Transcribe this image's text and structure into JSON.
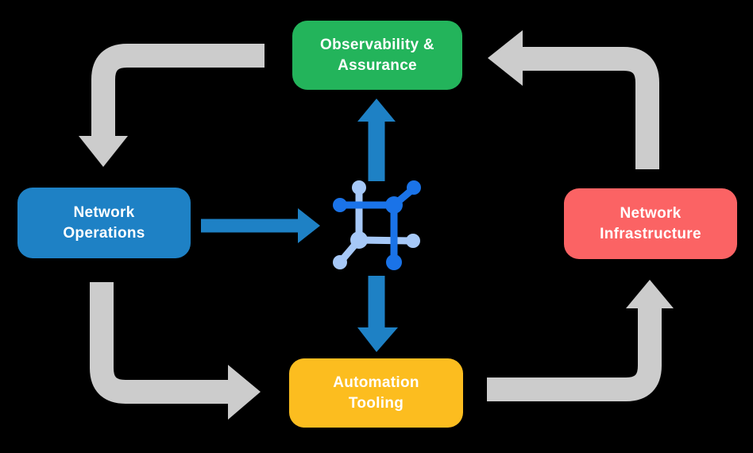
{
  "diagram": {
    "title": "Network automation cycle diagram",
    "background": "#000000",
    "nodes": [
      {
        "id": "observability-assurance",
        "line1": "Observability &",
        "line2": "Assurance",
        "color": "#23b45b"
      },
      {
        "id": "network-operations",
        "line1": "Network",
        "line2": "Operations",
        "color": "#1e81c5"
      },
      {
        "id": "network-infrastructure",
        "line1": "Network",
        "line2": "Infrastructure",
        "color": "#fb6364"
      },
      {
        "id": "automation-tooling",
        "line1": "Automation",
        "line2": "Tooling",
        "color": "#fcbd1f"
      }
    ],
    "icon": {
      "name": "network-node-icon",
      "dark_color": "#1a73e8",
      "light_color": "#a6c8f7"
    },
    "arrows": {
      "gray_color": "#cccccc",
      "blue_color": "#1e81c5",
      "flows": [
        {
          "name": "observability-to-network-operations",
          "style": "gray",
          "direction": "down"
        },
        {
          "name": "network-infrastructure-to-observability",
          "style": "gray",
          "direction": "left"
        },
        {
          "name": "network-operations-to-automation-tooling",
          "style": "gray",
          "direction": "right"
        },
        {
          "name": "automation-tooling-to-network-infrastructure",
          "style": "gray",
          "direction": "up"
        },
        {
          "name": "network-operations-to-center-icon",
          "style": "blue",
          "direction": "right"
        },
        {
          "name": "center-icon-to-observability",
          "style": "blue",
          "direction": "up"
        },
        {
          "name": "center-icon-to-automation-tooling",
          "style": "blue",
          "direction": "down"
        }
      ]
    }
  }
}
